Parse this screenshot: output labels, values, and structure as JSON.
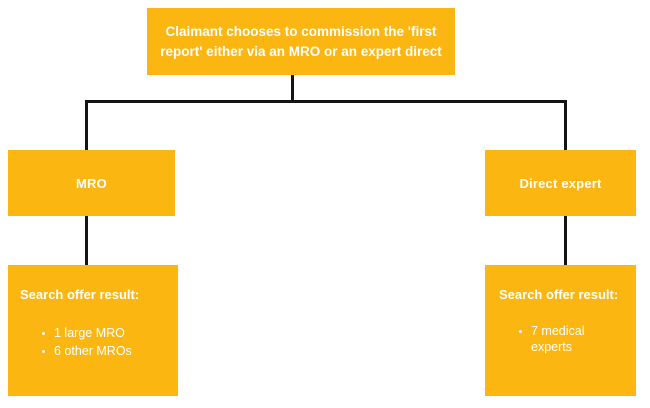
{
  "diagram": {
    "root": {
      "label_line1": "Claimant chooses to commission the 'first",
      "label_line2": "report' either via an MRO or an expert direct"
    },
    "branches": [
      {
        "id": "mro",
        "label": "MRO",
        "result": {
          "title": "Search offer result:",
          "items": [
            "1 large MRO",
            "6 other MROs"
          ]
        }
      },
      {
        "id": "direct-expert",
        "label": "Direct expert",
        "result": {
          "title": "Search offer result:",
          "items": [
            "7 medical experts"
          ]
        }
      }
    ],
    "colors": {
      "box_fill": "#fbb612",
      "box_text": "#ffffff",
      "connector": "#141414",
      "background": "#ffffff"
    }
  }
}
